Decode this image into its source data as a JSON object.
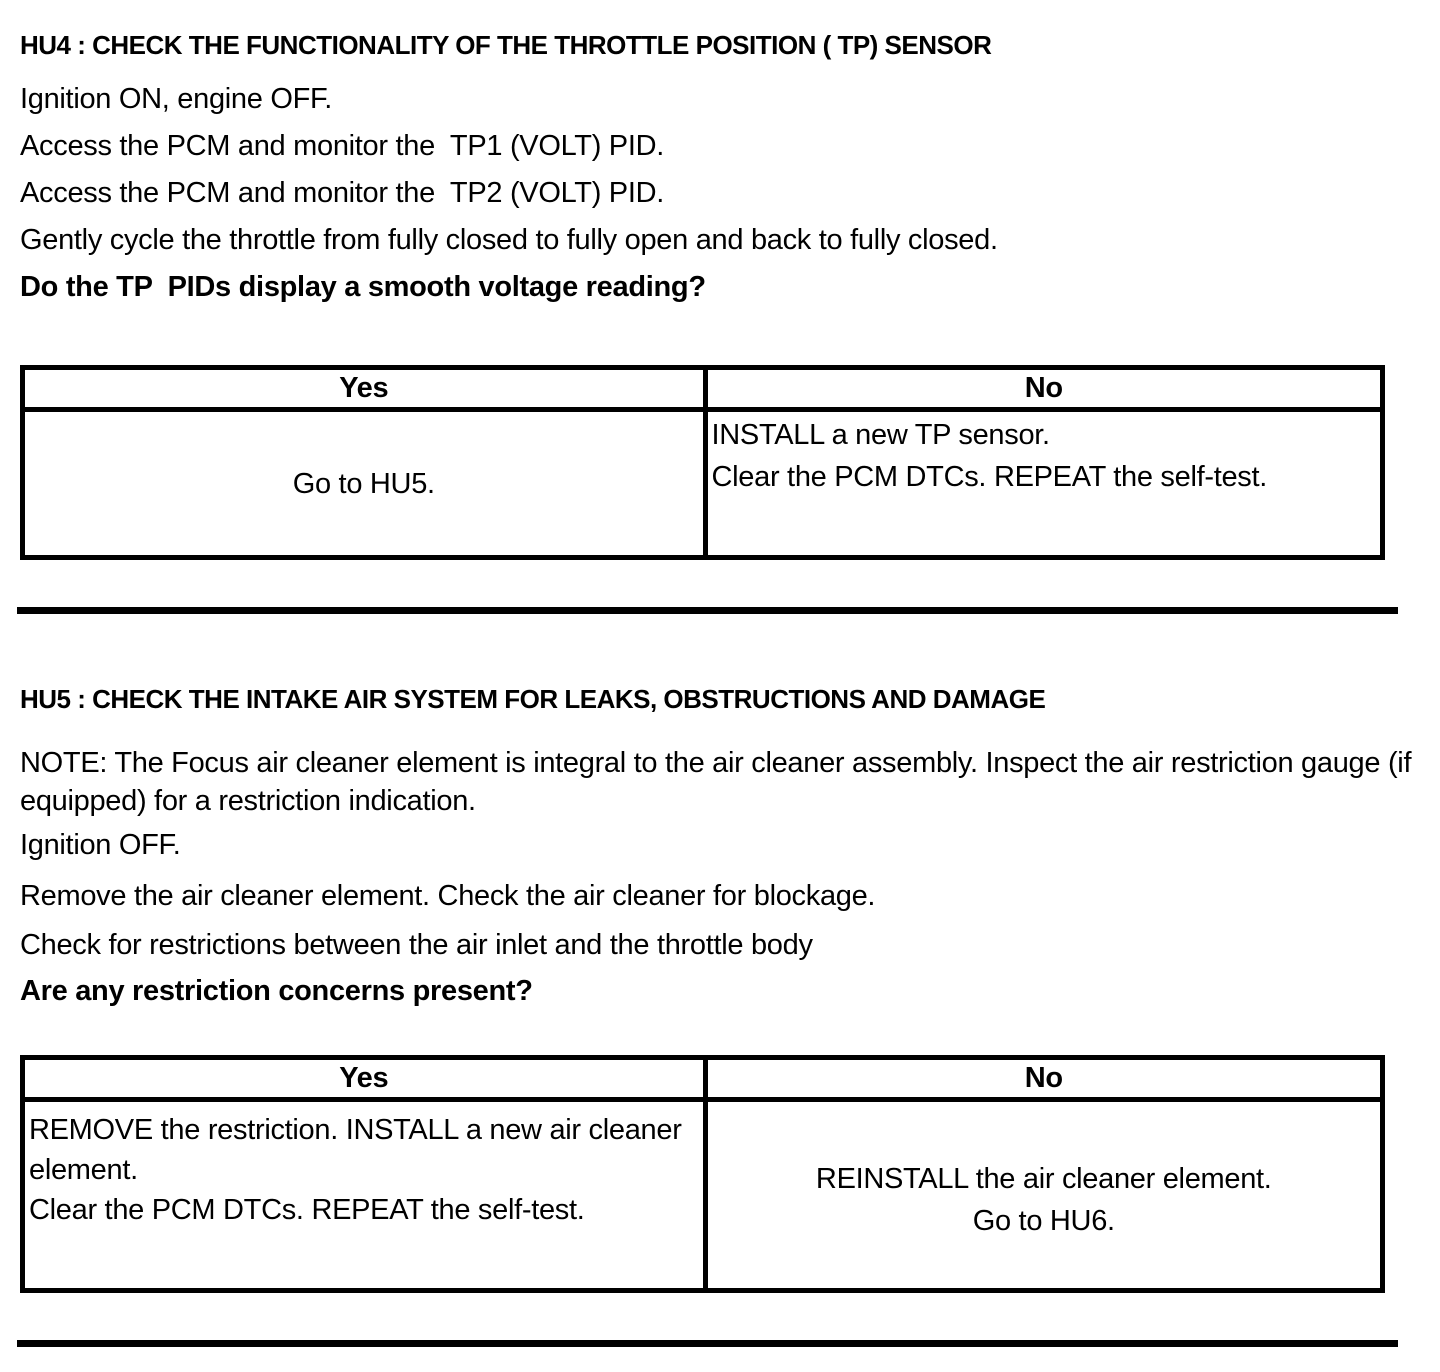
{
  "document": {
    "colors": {
      "text": "#000000",
      "background": "#ffffff",
      "rule": "#000000"
    },
    "sections": [
      {
        "id": "HU4",
        "heading": "HU4 : CHECK THE FUNCTIONALITY OF THE THROTTLE POSITION ( TP) SENSOR",
        "steps": [
          "Ignition ON, engine OFF.",
          "Access the PCM and monitor the  TP1 (VOLT) PID.",
          "Access the PCM and monitor the  TP2 (VOLT) PID.",
          "Gently cycle the throttle from fully closed to fully open and back to fully closed."
        ],
        "question": "Do the TP  PIDs display a smooth voltage reading?",
        "table": {
          "yes_header": "Yes",
          "no_header": "No",
          "yes_lines": [
            "Go to HU5."
          ],
          "no_lines": [
            "INSTALL a new TP sensor.",
            "Clear the PCM DTCs. REPEAT the self-test."
          ]
        }
      },
      {
        "id": "HU5",
        "heading": "HU5 : CHECK THE INTAKE AIR SYSTEM FOR LEAKS, OBSTRUCTIONS AND DAMAGE",
        "note": "NOTE: The Focus air cleaner element is integral to the air cleaner assembly. Inspect the air restriction gauge (if equipped) for a restriction indication.",
        "steps": [
          "Ignition OFF.",
          "Remove the air cleaner element. Check the air cleaner for blockage.",
          "Check for restrictions between the air inlet and the throttle body"
        ],
        "question": "Are any restriction concerns present?",
        "table": {
          "yes_header": "Yes",
          "no_header": "No",
          "yes_lines": [
            "REMOVE the restriction. INSTALL a new air cleaner element.",
            "Clear the PCM DTCs. REPEAT the self-test."
          ],
          "no_lines": [
            "REINSTALL the air cleaner element.",
            "Go to HU6."
          ]
        }
      }
    ]
  }
}
